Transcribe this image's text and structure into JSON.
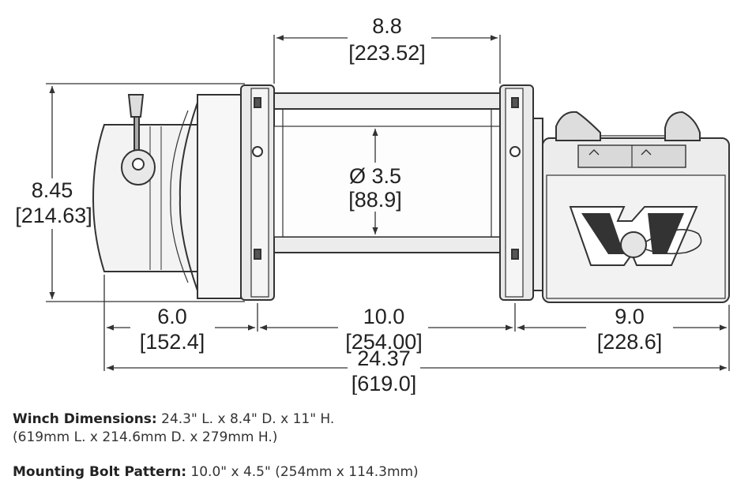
{
  "dimensions": {
    "drum_width": {
      "inch": "8.8",
      "mm": "[223.52]"
    },
    "height": {
      "inch": "8.45",
      "mm": "[214.63]"
    },
    "drum_diameter": {
      "inch": "Ø 3.5",
      "mm": "[88.9]"
    },
    "left_offset": {
      "inch": "6.0",
      "mm": "[152.4]"
    },
    "bolt_spacing": {
      "inch": "10.0",
      "mm": "[254.00]"
    },
    "right_offset": {
      "inch": "9.0",
      "mm": "[228.6]"
    },
    "overall_length": {
      "inch": "24.37",
      "mm": "[619.0]"
    }
  },
  "specs": {
    "winch_label": "Winch Dimensions:",
    "winch_value": "24.3\" L. x 8.4\" D. x 11\" H.",
    "winch_metric": "(619mm L. x 214.6mm D. x 279mm H.)",
    "bolt_label": "Mounting Bolt Pattern:",
    "bolt_value": "10.0\" x 4.5\" (254mm x 114.3mm)"
  }
}
